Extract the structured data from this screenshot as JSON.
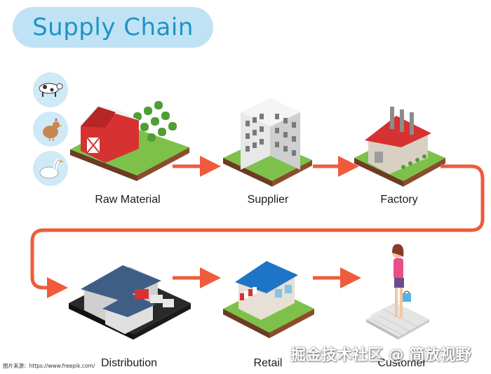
{
  "title": "Supply Chain",
  "stages": [
    {
      "label": "Raw Material"
    },
    {
      "label": "Supplier"
    },
    {
      "label": "Factory"
    },
    {
      "label": "Distribution"
    },
    {
      "label": "Retail"
    },
    {
      "label": "Customer"
    }
  ],
  "credit": "图片来源：https://www.freepik.com/",
  "watermark": "掘金技术社区 @ 简放视野",
  "colors": {
    "title_bg": "#bfe3f5",
    "title_text": "#1f93c6",
    "arrow": "#ef5b3c",
    "grass": "#7dc14b",
    "soil": "#6b3b24"
  },
  "icons": [
    "cow-icon",
    "chicken-icon",
    "goose-icon"
  ]
}
